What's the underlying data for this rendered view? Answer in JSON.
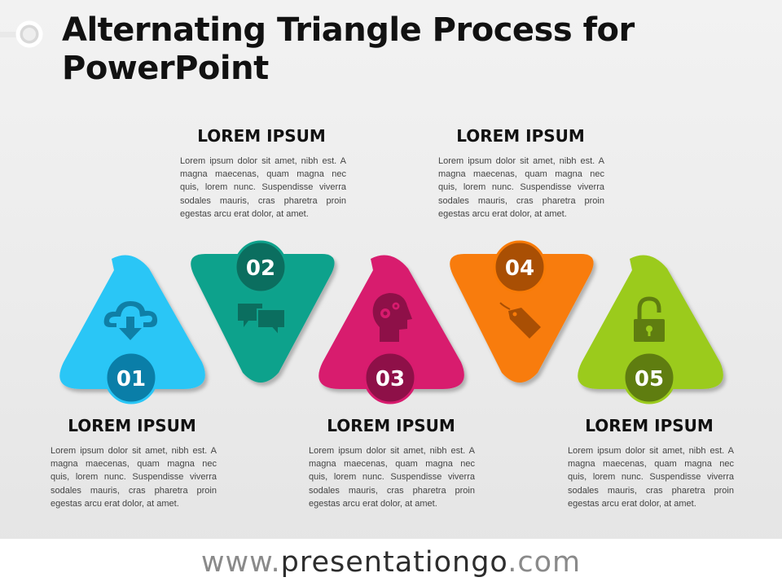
{
  "title": "Alternating Triangle Process for PowerPoint",
  "steps": [
    {
      "number": "01",
      "heading": "LOREM IPSUM",
      "body": "Lorem ipsum dolor sit amet, nibh est. A magna maecenas, quam magna nec quis, lorem nunc. Suspendisse viverra sodales mauris, cras pharetra proin egestas arcu erat dolor, at amet.",
      "color": "#29c6f6",
      "badge": "#0a7ea8",
      "icon": "cloud-download-icon"
    },
    {
      "number": "02",
      "heading": "LOREM IPSUM",
      "body": "Lorem ipsum dolor sit amet, nibh est. A magna maecenas, quam magna nec quis, lorem nunc. Suspendisse viverra sodales mauris, cras pharetra proin egestas arcu erat dolor, at amet.",
      "color": "#0fa28c",
      "badge": "#0b6e5f",
      "icon": "chat-bubbles-icon"
    },
    {
      "number": "03",
      "heading": "LOREM IPSUM",
      "body": "Lorem ipsum dolor sit amet, nibh est. A magna maecenas, quam magna nec quis, lorem nunc. Suspendisse viverra sodales mauris, cras pharetra proin egestas arcu erat dolor, at amet.",
      "color": "#d81b6e",
      "badge": "#8e1048",
      "icon": "head-gears-icon"
    },
    {
      "number": "04",
      "heading": "LOREM IPSUM",
      "body": "Lorem ipsum dolor sit amet, nibh est. A magna maecenas, quam magna nec quis, lorem nunc. Suspendisse viverra sodales mauris, cras pharetra proin egestas arcu erat dolor, at amet.",
      "color": "#f87b07",
      "badge": "#a94f04",
      "icon": "tag-icon"
    },
    {
      "number": "05",
      "heading": "LOREM IPSUM",
      "body": "Lorem ipsum dolor sit amet, nibh est. A magna maecenas, quam magna nec quis, lorem nunc. Suspendisse viverra sodales mauris, cras pharetra proin egestas arcu erat dolor, at amet.",
      "color": "#9bcb1d",
      "badge": "#5f7d10",
      "icon": "unlock-icon"
    }
  ],
  "footer": {
    "prefix": "www.",
    "brand": "presentationgo",
    "suffix": ".com"
  }
}
